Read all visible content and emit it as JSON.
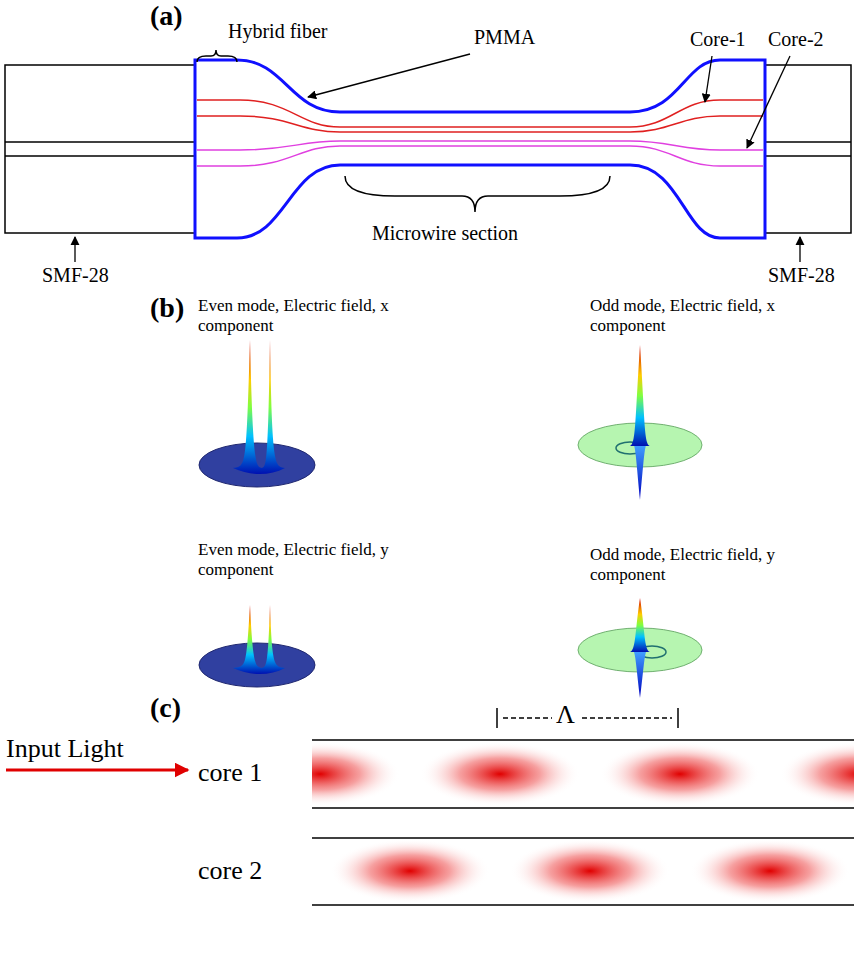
{
  "diagram": {
    "labels": [
      "(a)",
      "Hybrid fiber",
      "PMMA",
      "Core-1",
      "Core-2",
      "SMF-28",
      "Microwire section",
      "SMF-28",
      "(b)",
      "Even mode, Electric field, x component",
      "Odd mode, Electric field, x component",
      "Even mode, Electric field, y component",
      "Odd mode, Electric field, y component",
      "(c)",
      "Λ",
      "Input Light",
      "core 1",
      "core 2"
    ]
  }
}
